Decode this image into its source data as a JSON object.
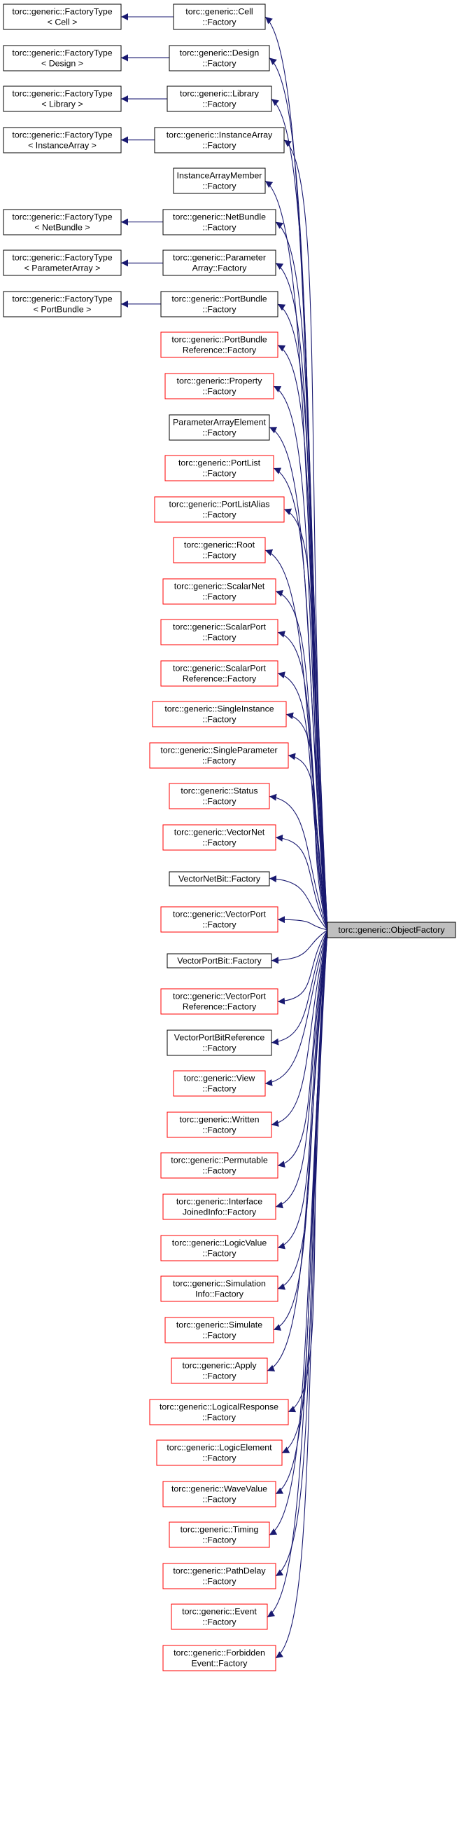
{
  "diagram": {
    "root": {
      "lines": [
        "torc::generic::ObjectFactory"
      ]
    },
    "colors": {
      "edge": "#191970",
      "normal_border": "#000000",
      "red_border": "#ff0000",
      "root_fill": "#bfbfbf"
    },
    "factory_types": [
      {
        "lines": [
          "torc::generic::FactoryType",
          "< Cell >"
        ]
      },
      {
        "lines": [
          "torc::generic::FactoryType",
          "< Design >"
        ]
      },
      {
        "lines": [
          "torc::generic::FactoryType",
          "< Library >"
        ]
      },
      {
        "lines": [
          "torc::generic::FactoryType",
          "< InstanceArray >"
        ]
      },
      {
        "lines": [
          "torc::generic::FactoryType",
          "< NetBundle >"
        ]
      },
      {
        "lines": [
          "torc::generic::FactoryType",
          "< ParameterArray >"
        ]
      },
      {
        "lines": [
          "torc::generic::FactoryType",
          "< PortBundle >"
        ]
      }
    ],
    "factories": [
      {
        "lines": [
          "torc::generic::Cell",
          "::Factory"
        ],
        "border": "black",
        "base": 0
      },
      {
        "lines": [
          "torc::generic::Design",
          "::Factory"
        ],
        "border": "black",
        "base": 1
      },
      {
        "lines": [
          "torc::generic::Library",
          "::Factory"
        ],
        "border": "black",
        "base": 2
      },
      {
        "lines": [
          "torc::generic::InstanceArray",
          "::Factory"
        ],
        "border": "black",
        "base": 3
      },
      {
        "lines": [
          "InstanceArrayMember",
          "::Factory"
        ],
        "border": "black"
      },
      {
        "lines": [
          "torc::generic::NetBundle",
          "::Factory"
        ],
        "border": "black",
        "base": 4
      },
      {
        "lines": [
          "torc::generic::Parameter",
          "Array::Factory"
        ],
        "border": "black",
        "base": 5
      },
      {
        "lines": [
          "torc::generic::PortBundle",
          "::Factory"
        ],
        "border": "black",
        "base": 6
      },
      {
        "lines": [
          "torc::generic::PortBundle",
          "Reference::Factory"
        ],
        "border": "red"
      },
      {
        "lines": [
          "torc::generic::Property",
          "::Factory"
        ],
        "border": "red"
      },
      {
        "lines": [
          "ParameterArrayElement",
          "::Factory"
        ],
        "border": "black"
      },
      {
        "lines": [
          "torc::generic::PortList",
          "::Factory"
        ],
        "border": "red"
      },
      {
        "lines": [
          "torc::generic::PortListAlias",
          "::Factory"
        ],
        "border": "red"
      },
      {
        "lines": [
          "torc::generic::Root",
          "::Factory"
        ],
        "border": "red"
      },
      {
        "lines": [
          "torc::generic::ScalarNet",
          "::Factory"
        ],
        "border": "red"
      },
      {
        "lines": [
          "torc::generic::ScalarPort",
          "::Factory"
        ],
        "border": "red"
      },
      {
        "lines": [
          "torc::generic::ScalarPort",
          "Reference::Factory"
        ],
        "border": "red"
      },
      {
        "lines": [
          "torc::generic::SingleInstance",
          "::Factory"
        ],
        "border": "red"
      },
      {
        "lines": [
          "torc::generic::SingleParameter",
          "::Factory"
        ],
        "border": "red"
      },
      {
        "lines": [
          "torc::generic::Status",
          "::Factory"
        ],
        "border": "red"
      },
      {
        "lines": [
          "torc::generic::VectorNet",
          "::Factory"
        ],
        "border": "red"
      },
      {
        "lines": [
          "VectorNetBit::Factory"
        ],
        "border": "black"
      },
      {
        "lines": [
          "torc::generic::VectorPort",
          "::Factory"
        ],
        "border": "red"
      },
      {
        "lines": [
          "VectorPortBit::Factory"
        ],
        "border": "black"
      },
      {
        "lines": [
          "torc::generic::VectorPort",
          "Reference::Factory"
        ],
        "border": "red"
      },
      {
        "lines": [
          "VectorPortBitReference",
          "::Factory"
        ],
        "border": "black"
      },
      {
        "lines": [
          "torc::generic::View",
          "::Factory"
        ],
        "border": "red"
      },
      {
        "lines": [
          "torc::generic::Written",
          "::Factory"
        ],
        "border": "red"
      },
      {
        "lines": [
          "torc::generic::Permutable",
          "::Factory"
        ],
        "border": "red"
      },
      {
        "lines": [
          "torc::generic::Interface",
          "JoinedInfo::Factory"
        ],
        "border": "red"
      },
      {
        "lines": [
          "torc::generic::LogicValue",
          "::Factory"
        ],
        "border": "red"
      },
      {
        "lines": [
          "torc::generic::Simulation",
          "Info::Factory"
        ],
        "border": "red"
      },
      {
        "lines": [
          "torc::generic::Simulate",
          "::Factory"
        ],
        "border": "red"
      },
      {
        "lines": [
          "torc::generic::Apply",
          "::Factory"
        ],
        "border": "red"
      },
      {
        "lines": [
          "torc::generic::LogicalResponse",
          "::Factory"
        ],
        "border": "red"
      },
      {
        "lines": [
          "torc::generic::LogicElement",
          "::Factory"
        ],
        "border": "red"
      },
      {
        "lines": [
          "torc::generic::WaveValue",
          "::Factory"
        ],
        "border": "red"
      },
      {
        "lines": [
          "torc::generic::Timing",
          "::Factory"
        ],
        "border": "red"
      },
      {
        "lines": [
          "torc::generic::PathDelay",
          "::Factory"
        ],
        "border": "red"
      },
      {
        "lines": [
          "torc::generic::Event",
          "::Factory"
        ],
        "border": "red"
      },
      {
        "lines": [
          "torc::generic::Forbidden",
          "Event::Factory"
        ],
        "border": "red"
      }
    ]
  }
}
